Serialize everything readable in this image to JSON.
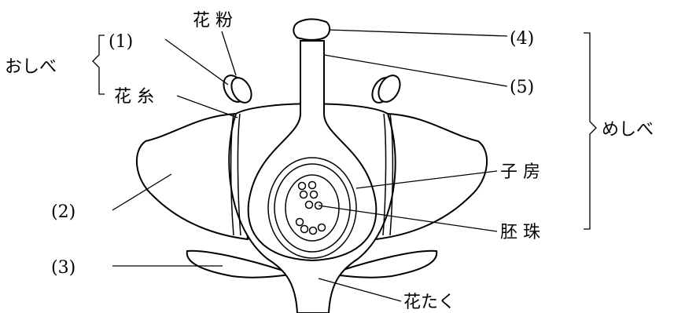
{
  "labels": {
    "oshibe": "おしべ",
    "l1": "(1)",
    "kafun": "花 粉",
    "kashi": "花 糸",
    "l2": "(2)",
    "l3": "(3)",
    "l4": "(4)",
    "l5": "(5)",
    "mesibe": "めしべ",
    "shibou": "子 房",
    "haishu": "胚 珠",
    "katak": "花たく"
  }
}
